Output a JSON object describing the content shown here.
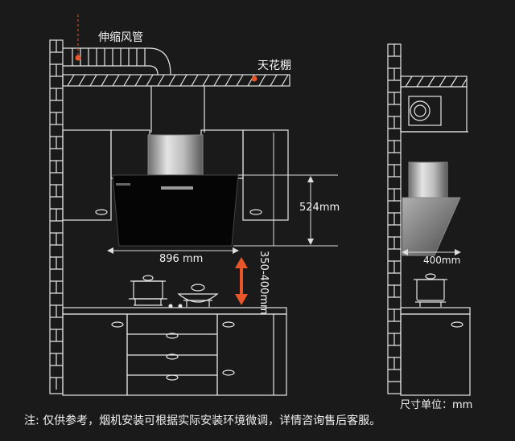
{
  "labels": {
    "duct": "伸缩风管",
    "ceiling": "天花棚",
    "height_hood": "524mm",
    "width_hood": "896 mm",
    "install_height": "350-400mm",
    "depth_side": "400mm",
    "unit": "尺寸单位：mm",
    "note": "注: 仅供参考，烟机安装可根据实际安装环境微调，详情咨询售后客服。"
  },
  "colors": {
    "background": "#1a1a1a",
    "line": "#e6e6e6",
    "accent": "#e8562a",
    "hood_glass": "#050505",
    "steel": "#b8b8b8"
  }
}
